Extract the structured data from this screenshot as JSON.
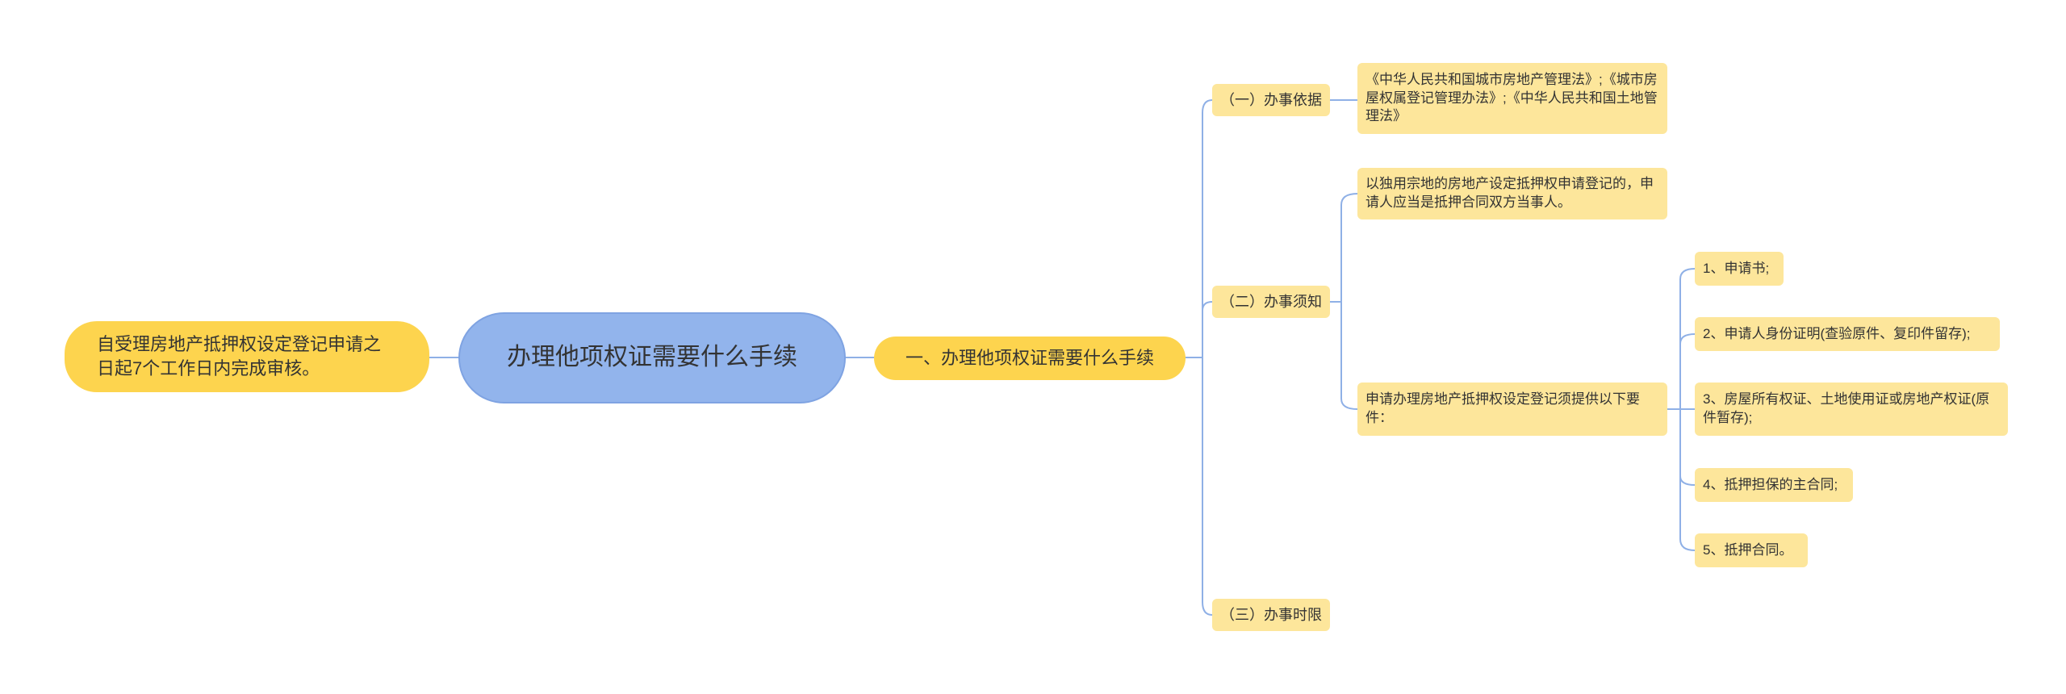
{
  "colors": {
    "root_fill": "#92b4ec",
    "main_branch_fill": "#fdd44e",
    "sub_node_fill": "#fde69b",
    "connector": "#8fb0e6"
  },
  "mindmap": {
    "root": "办理他项权证需要什么手续",
    "left_note": "自受理房地产抵押权设定登记申请之日起7个工作日内完成审核。",
    "main_branch": "一、办理他项权证需要什么手续",
    "categories": [
      {
        "label": "（一）办事依据",
        "children": [
          "《中华人民共和国城市房地产管理法》;《城市房屋权属登记管理办法》;《中华人民共和国土地管理法》"
        ]
      },
      {
        "label": "（二）办事须知",
        "children": [
          "以独用宗地的房地产设定抵押权申请登记的，申请人应当是抵押合同双方当事人。",
          "申请办理房地产抵押权设定登记须提供以下要件："
        ],
        "requirements": [
          "1、申请书;",
          "2、申请人身份证明(查验原件、复印件留存);",
          "3、房屋所有权证、土地使用证或房地产权证(原件暂存);",
          "4、抵押担保的主合同;",
          "5、抵押合同。"
        ]
      },
      {
        "label": "（三）办事时限",
        "children": []
      }
    ]
  }
}
